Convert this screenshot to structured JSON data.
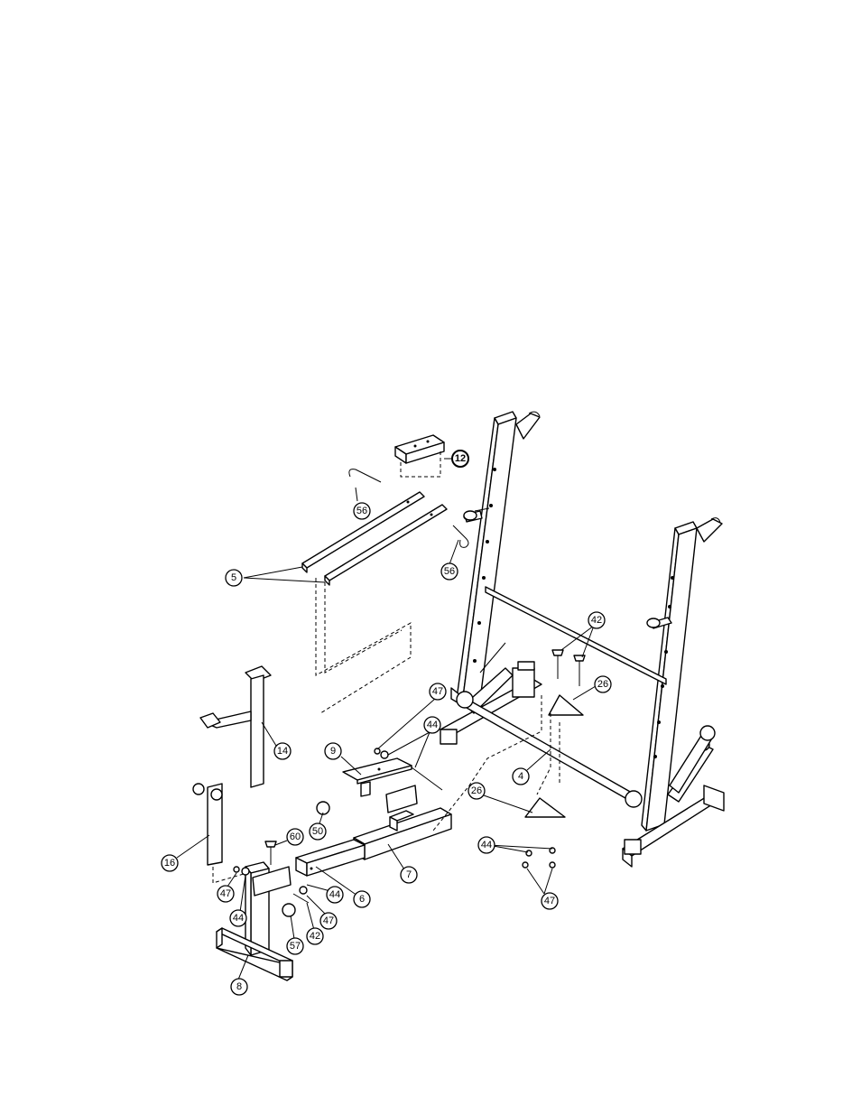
{
  "diagram": {
    "callouts": [
      {
        "id": "c12",
        "label": "12"
      },
      {
        "id": "c56a",
        "label": "56"
      },
      {
        "id": "c56b",
        "label": "56"
      },
      {
        "id": "c5",
        "label": "5"
      },
      {
        "id": "c42a",
        "label": "42"
      },
      {
        "id": "c26a",
        "label": "26"
      },
      {
        "id": "c47a",
        "label": "47"
      },
      {
        "id": "c44a",
        "label": "44"
      },
      {
        "id": "c9",
        "label": "9"
      },
      {
        "id": "c14",
        "label": "14"
      },
      {
        "id": "c4",
        "label": "4"
      },
      {
        "id": "c26b",
        "label": "26"
      },
      {
        "id": "c50",
        "label": "50"
      },
      {
        "id": "c60",
        "label": "60"
      },
      {
        "id": "c7",
        "label": "7"
      },
      {
        "id": "c16",
        "label": "16"
      },
      {
        "id": "c44b",
        "label": "44"
      },
      {
        "id": "c47b",
        "label": "47"
      },
      {
        "id": "c44c",
        "label": "44"
      },
      {
        "id": "c6",
        "label": "6"
      },
      {
        "id": "c44d",
        "label": "44"
      },
      {
        "id": "c47c",
        "label": "47"
      },
      {
        "id": "c42b",
        "label": "42"
      },
      {
        "id": "c57",
        "label": "57"
      },
      {
        "id": "c47d",
        "label": "47"
      },
      {
        "id": "c8",
        "label": "8"
      }
    ]
  }
}
